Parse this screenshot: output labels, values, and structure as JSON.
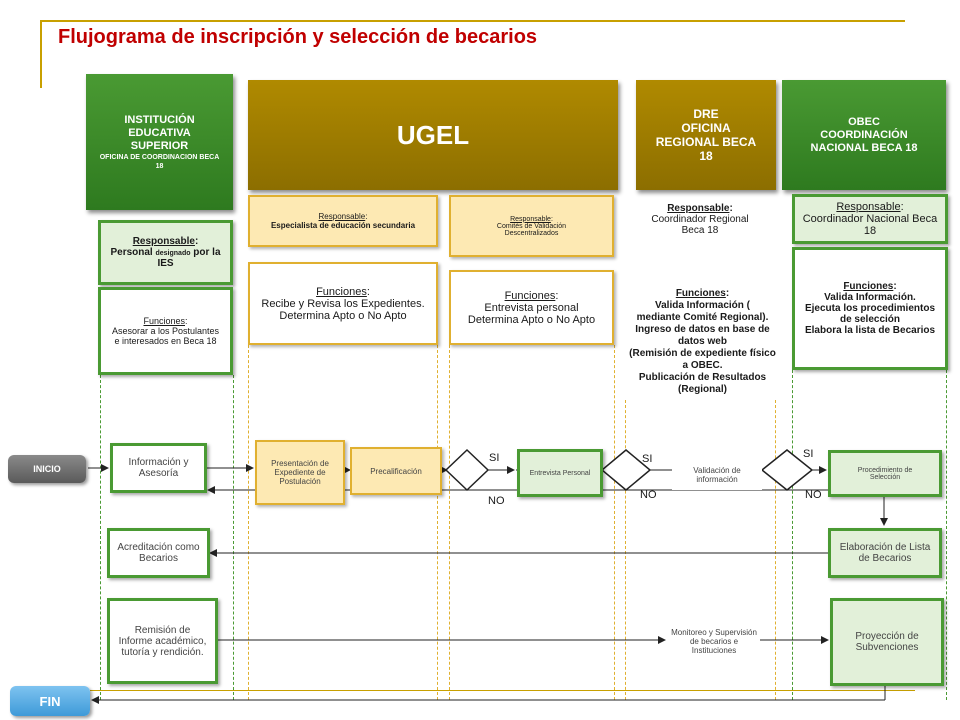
{
  "title": "Flujograma de inscripción y selección de becarios",
  "headers": {
    "ies": [
      "INSTITUCIÓN",
      "EDUCATIVA",
      "SUPERIOR"
    ],
    "ies_sub": "OFICINA DE COORDINACION BECA 18",
    "ugel": "UGEL",
    "dre": [
      "DRE",
      "OFICINA",
      "REGIONAL  BECA",
      "18"
    ],
    "obec": [
      "OBEC",
      "COORDINACIÓN",
      "NACIONAL  BECA 18"
    ]
  },
  "responsables": {
    "ies": {
      "label": "Responsable",
      "text1": "Personal ",
      "small": "designado",
      "text2": " por la IES"
    },
    "ugel1": {
      "label": "Responsable",
      "text": "Especialista de educación secundaria"
    },
    "ugel2": {
      "label": "Responsable",
      "text": "Comités de Validación Descentralizados"
    },
    "dre": {
      "label": "Responsable",
      "text": "Coordinador Regional Beca 18"
    },
    "obec": {
      "label": "Responsable",
      "text": "Coordinador Nacional Beca 18"
    }
  },
  "funciones": {
    "ies": {
      "label": "Funciones",
      "text": "Asesorar a los Postulantes e interesados en Beca 18"
    },
    "ugel1": {
      "label": "Funciones",
      "lines": [
        "Recibe y Revisa los Expedientes.",
        "Determina Apto o No Apto"
      ]
    },
    "ugel2": {
      "label": "Funciones",
      "lines": [
        "Entrevista personal",
        "Determina Apto o No Apto"
      ]
    },
    "dre": {
      "label": "Funciones",
      "lines": [
        "Valida Información (",
        "mediante Comité Regional).",
        "Ingreso de datos en base de datos web",
        "(Remisión de expediente físico a OBEC.",
        "Publicación de Resultados (Regional)"
      ]
    },
    "obec": {
      "label": "Funciones",
      "lines": [
        "Valida Información.",
        "Ejecuta los procedimientos de selección",
        "Elabora la lista de Becarios"
      ]
    }
  },
  "flow": {
    "inicio": "INICIO",
    "fin": "FIN",
    "informacion": "Información y Asesoría",
    "presentacion": "Presentación de Expediente de Postulación",
    "precalificacion": "Precalificación",
    "entrevista": "Entrevista Personal",
    "validacion": "Validación de información",
    "procedimiento": "Procedimiento de Selección",
    "elaboracion": "Elaboración de Lista de Becarios",
    "acreditacion": "Acreditación como Becarios",
    "remision": "Remisión de Informe académico, tutoría y rendición.",
    "monitoreo": "Monitoreo y Supervisión de becarios e Instituciones",
    "proyeccion": "Proyección de Subvenciones",
    "si": "SI",
    "no": "NO"
  }
}
